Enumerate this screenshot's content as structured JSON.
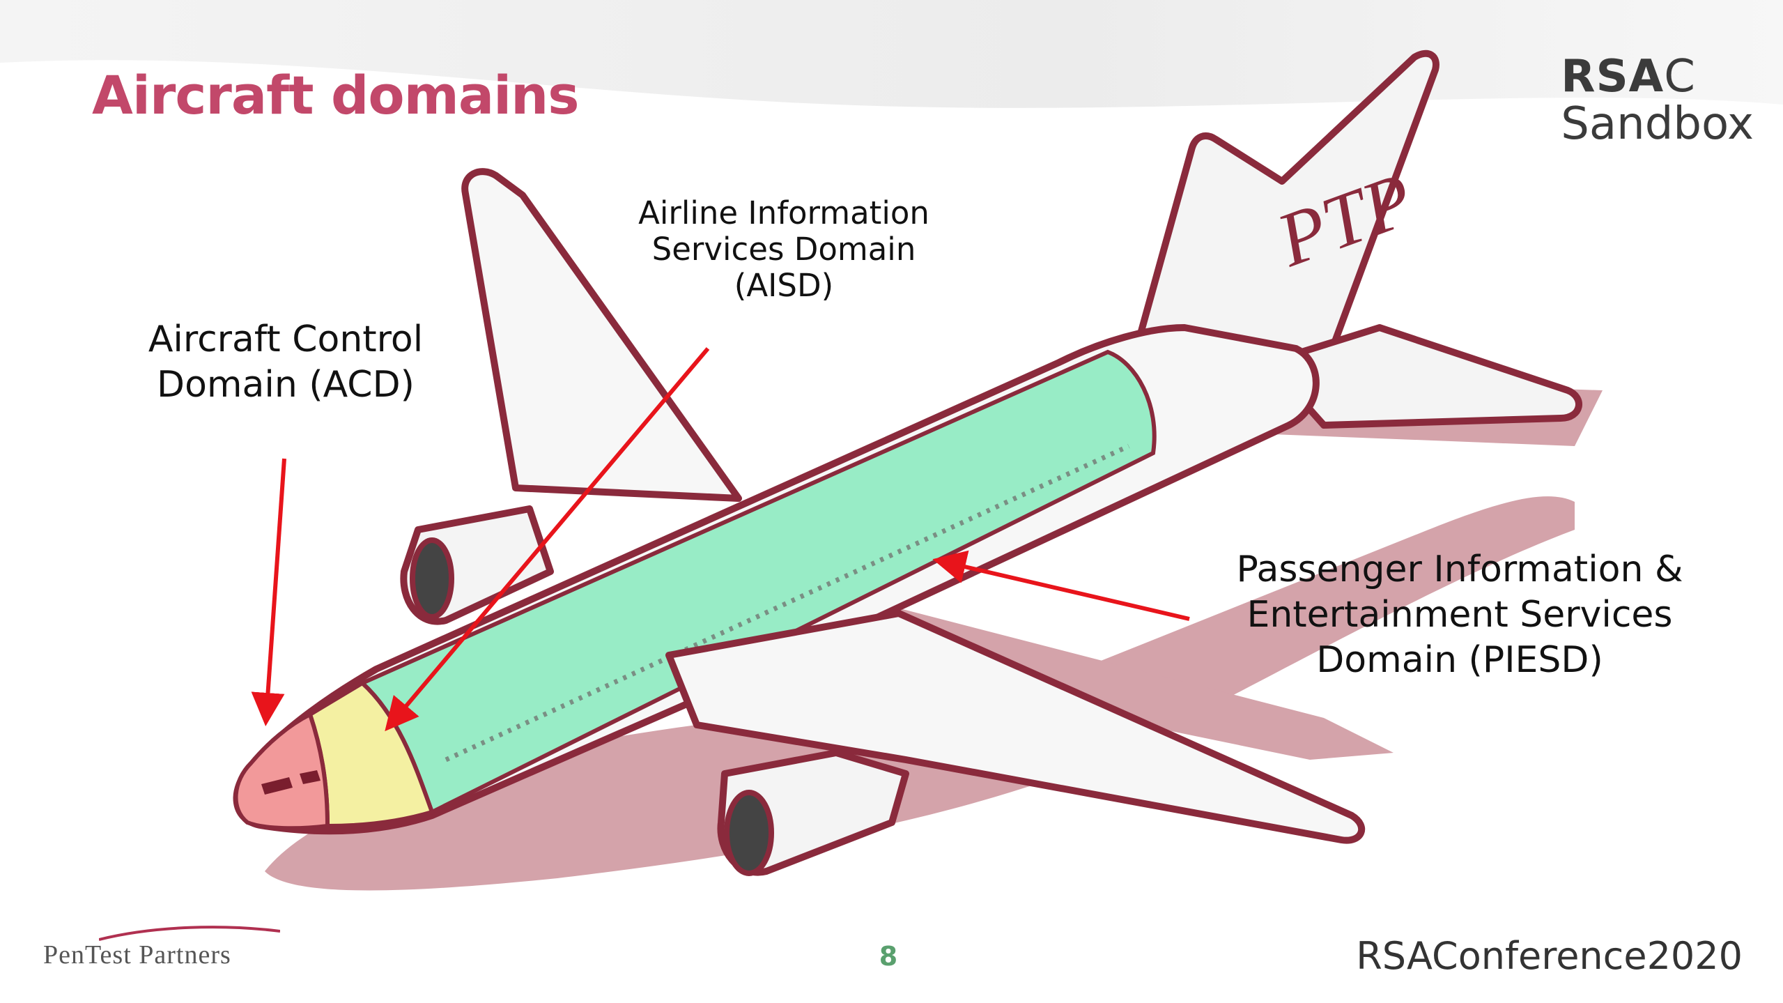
{
  "slide": {
    "title": "Aircraft domains",
    "page_number": "8"
  },
  "branding": {
    "rsac_top_bold": "RSA",
    "rsac_top_c": "C",
    "sandbox": "Sandbox",
    "pentest_logo": "PenTest Partners",
    "conference": "RSAConference2020",
    "tail_logo": "PTP"
  },
  "labels": {
    "acd": [
      "Aircraft Control",
      "Domain (ACD)"
    ],
    "aisd": [
      "Airline Information",
      "Services Domain",
      "(AISD)"
    ],
    "piesd": [
      "Passenger Information &",
      "Entertainment Services",
      "Domain (PIESD)"
    ]
  },
  "colors": {
    "title": "#c2486a",
    "outline": "#8a2a3c",
    "shadow": "#d4a3aa",
    "acd_zone": "#f2999a",
    "aisd_zone": "#f4f0a2",
    "piesd_zone": "#98ecc6",
    "arrow": "#e8141b",
    "page_number": "#5aa06e"
  }
}
